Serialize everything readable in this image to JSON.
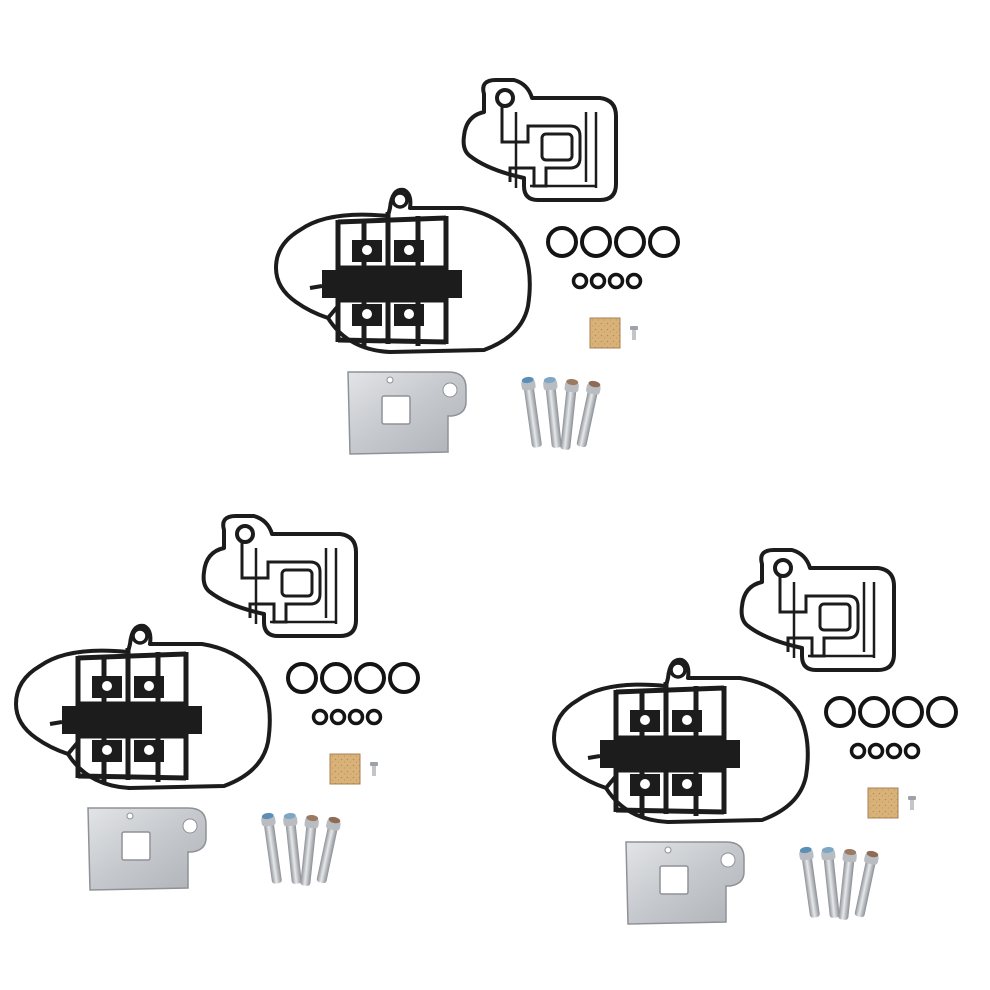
{
  "image": {
    "subject": "gasket-seal-kit-product-photo",
    "background": "#ffffff",
    "kit_count": 3,
    "kits": [
      {
        "name": "kit-top-center"
      },
      {
        "name": "kit-bottom-left"
      },
      {
        "name": "kit-bottom-right"
      }
    ],
    "parts": {
      "large_gasket_count": 1,
      "small_gasket_count": 1,
      "large_o_ring_count": 4,
      "small_o_ring_count": 4,
      "filter_pad_count": 1,
      "screw_count": 1,
      "metal_plate_count": 1,
      "bolt_count": 4
    },
    "colors": {
      "gasket": "#1c1c1c",
      "o_ring": "#141414",
      "filter_pad": "#d9b27a",
      "plate": "#c9ccd0",
      "bolt_body": "#b8bcc1",
      "bolt_cap_colors": [
        "#5b8fb8",
        "#7ea7c6",
        "#9a7a62",
        "#8f6a55"
      ]
    }
  }
}
